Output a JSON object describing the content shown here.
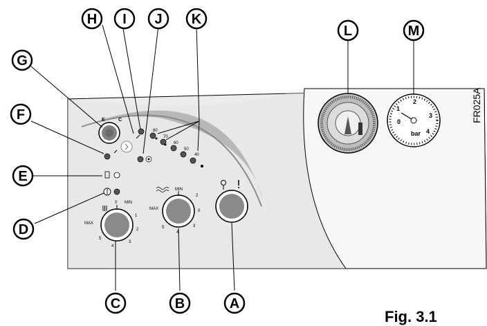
{
  "callouts": {
    "A": "A",
    "B": "B",
    "C": "C",
    "D": "D",
    "E": "E",
    "F": "F",
    "G": "G",
    "H": "H",
    "I": "I",
    "J": "J",
    "K": "K",
    "L": "L",
    "M": "M"
  },
  "figure": {
    "caption": "Fig. 3.1",
    "code": "FR025A"
  },
  "switch_labels": {
    "left": "E",
    "right": "C"
  },
  "dial_c": {
    "top": "0",
    "min": "MIN",
    "max": "MAX",
    "n1": "1",
    "n2": "2",
    "n3": "3",
    "n4": "4",
    "n5": "5"
  },
  "dial_b": {
    "min": "MIN",
    "max": "MAX",
    "n2": "2",
    "n3": "3",
    "n4": "4",
    "n5": "5",
    "n0": "0"
  },
  "temps": [
    "80",
    "70",
    "60",
    "50",
    "40"
  ],
  "gauge": {
    "n0": "0",
    "n1": "1",
    "n2": "2",
    "n3": "3",
    "n4": "4",
    "unit": "bar"
  }
}
